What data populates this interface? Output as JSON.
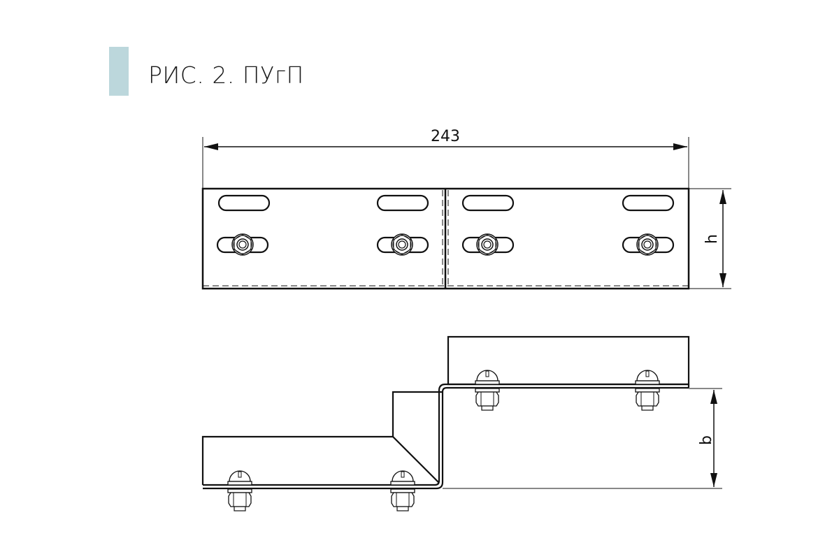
{
  "figure": {
    "title": "РИС. 2. ПУгП",
    "accent_color": "#bcd7dc",
    "line_color": "#111111"
  },
  "dimensions": {
    "length": "243",
    "height_label": "h",
    "offset_label": "b"
  }
}
